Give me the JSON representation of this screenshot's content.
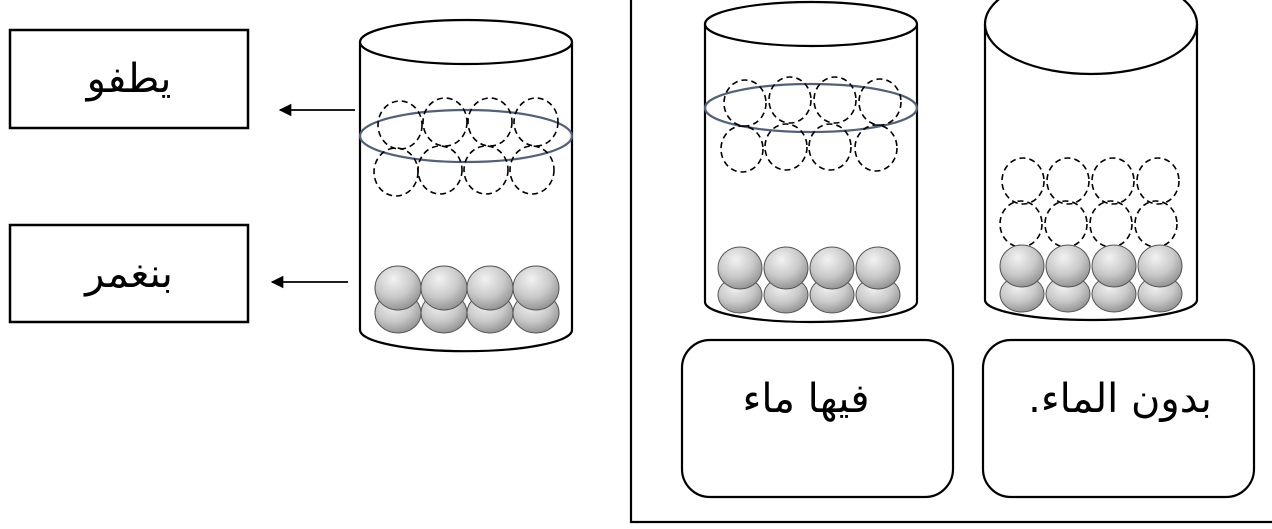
{
  "labels": {
    "floats": "يطفو",
    "sinks": "بنغمر",
    "with_water": "فيها ماء",
    "without_water": "بدون الماء."
  }
}
